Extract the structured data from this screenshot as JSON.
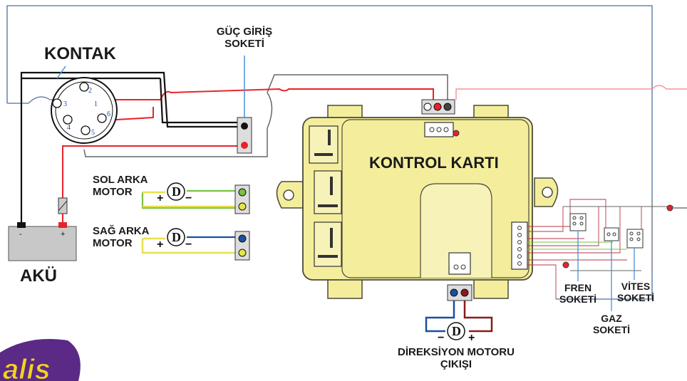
{
  "labels": {
    "ignition": "KONTAK",
    "power_socket": [
      "GÜÇ GİRİŞ",
      "SOKETİ"
    ],
    "battery": "AKÜ",
    "left_motor": [
      "SOL ARKA",
      "MOTOR"
    ],
    "right_motor": [
      "SAĞ ARKA",
      "MOTOR"
    ],
    "control_board": "KONTROL KARTI",
    "steering_motor": [
      "DİREKSİYON MOTORU",
      "ÇIKIŞI"
    ],
    "brake_socket": [
      "FREN",
      "SOKETİ"
    ],
    "gas_socket": [
      "GAZ",
      "SOKETİ"
    ],
    "gear_socket": [
      "VİTES",
      "SOKETİ"
    ],
    "motor_symbol": "D",
    "plus": "+",
    "minus": "−",
    "logo": "alis toys"
  },
  "ignition_pins": [
    "1",
    "2",
    "3",
    "4",
    "5",
    "6"
  ],
  "colors": {
    "board_fill": "#f4ee9c",
    "board_stroke": "#4a4a3a",
    "wire_red": "#e8232a",
    "wire_black": "#111111",
    "wire_green": "#7bc043",
    "wire_yellow": "#e6e24a",
    "wire_blue": "#1a4fa0",
    "wire_darkred": "#8b1a1a",
    "wire_outline": "#4a6fa5",
    "battery_fill": "#c8c8c8",
    "logo_purple": "#5a2a86",
    "logo_yellow": "#f5d31c"
  }
}
